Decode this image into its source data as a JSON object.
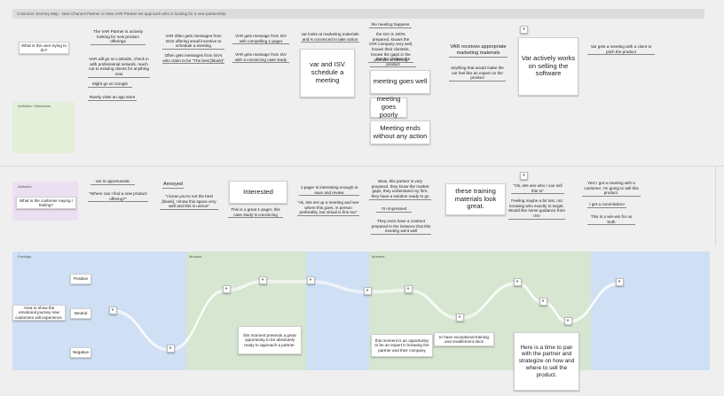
{
  "board": {
    "title": "Customer Journey Map - New Channel Partner or New VAR Partner we approach who is looking for a new partnership"
  },
  "lanes": {
    "activities": {
      "label": "Activities / Behaviors",
      "question": "What is the user trying to do?"
    },
    "attitudes": {
      "label": "Attitudes",
      "question": "What is the customer saying / feeling?"
    },
    "feelings": {
      "label": "Feelings",
      "positive": "Positive",
      "neutral": "Neutral",
      "negative": "Negative",
      "note": "Area to show the emotional journey new customers will experience."
    },
    "moment_label_1": "Moment",
    "moment_label_2": "Moment"
  },
  "activities": {
    "a1": "The VAR Partner is actively looking for new product offerings",
    "a2": "VAR will go on LinkedIn, check in with professional network, reach out to existing clients for anything new",
    "a3": "Might go on Google",
    "a4": "Rarely visits an app store",
    "b1": "VAR often gets messages from ISVs offering small incentive to schedule a meeting",
    "b2": "Often gets messages from ISVs who claim to be \"The best [blank]\"",
    "c1": "VAR gets message from ISV with compelling 1-pager",
    "c2": "VAR gets message from ISV with a convincing case study",
    "d1": "var looks at marketing materials and is convinced to take action",
    "d2": "var and ISV schedule a meeting",
    "e1": "the meeting happens",
    "e2": "the ISV is 100% prepared, knows the VAR company very well, knows their clientele, knows the gaps in the portfolio of offering",
    "e3": "the ISV pitches the product",
    "e4": "meeting goes well",
    "e5": "meeting goes poorly",
    "e6": "Meeting ends without any action",
    "f1": "VAR receives appropriate marketing materials",
    "f2": "anything that would make the var feel like an expert on the product",
    "g1": "Var actively works on selling the software",
    "h1": "Var gets a meeting with a client to pitch the product"
  },
  "attitudes": {
    "a1": "Var is opportunistic",
    "a2": "\"Where can I find a new product offering?\"",
    "b1": "Annoyed",
    "b2": "\"I know you're not the best [blank], I know this space very well and this is untrue\"",
    "c1": "Interested",
    "c2": "This is a great 1-pager, this case study is convincing",
    "d1": "1-pager is interesting enough to save and review",
    "d2": "\"ok, lets set up a meeting and see where this goes, in person preferably, but virtual is fine too\"",
    "e1": "Wow, this partner is very prepared, they know the market gaps, they understand my firm, they have a solution ready to go",
    "e2": "I'm impressed",
    "e3": "They even have a contract prepared in the instance that this meeting went well",
    "f1": "these training materials look great.",
    "g1": "\"Ok, lets see who I can sell this to\"",
    "g2": "Feeling maybe a bit lost, not knowing who exactly to target. Would like some guidance from ISV",
    "h1": "Yes! I got a meeting with a customer. I'm going to sell this product.",
    "h2": "I get a commission!",
    "h3": "This is a win-win for us both"
  },
  "feelings_cards": {
    "m1": "this moment presents a great opportunity to be absolutely ready to approach a partner.",
    "m2": "this moment is an opportunity to be an expert in knowing the partner and their company",
    "m3": "to have exceptional training and enablement docs",
    "m4": "Here is a time to pair with the partner and strategize on how and where to sell the product."
  },
  "emotion_curve": {
    "description_levels": "1 = positive, 0 = neutral, -1 = negative",
    "points": [
      0.1,
      -0.95,
      0.7,
      0.95,
      0.95,
      0.65,
      0.7,
      -0.1,
      0.9,
      0.35,
      -0.2,
      0.9
    ]
  },
  "star_glyph": "*",
  "colors": {
    "activities_bg": "#e3efd9",
    "attitudes_bg": "#ebe0f1",
    "feelings_bg": "#cfdff4",
    "moment_bg": "#d6e6d0"
  }
}
